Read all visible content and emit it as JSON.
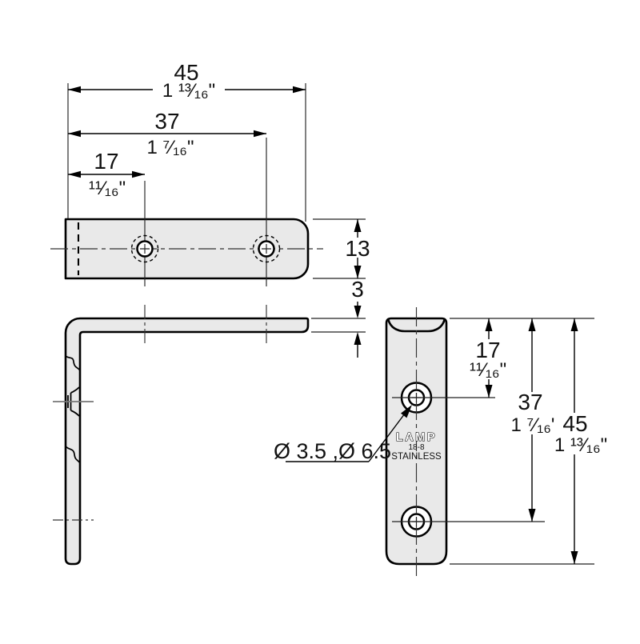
{
  "drawing_type": "technical-drawing-corner-bracket",
  "colors": {
    "background": "#ffffff",
    "line": "#000000",
    "part_fill": "#e9e9e9",
    "centerline": "#777777"
  },
  "dimensions": {
    "width_total": {
      "mm": "45",
      "inch": "1 ¹³⁄₁₆\""
    },
    "hole_span": {
      "mm": "37",
      "inch": "1 ⁷⁄₁₆\""
    },
    "hole_offset": {
      "mm": "17",
      "inch": "¹¹⁄₁₆\""
    },
    "plate_width": {
      "mm": "13"
    },
    "thickness": {
      "mm": "3"
    }
  },
  "annotations": {
    "hole_note": "Ø 3.5 ,Ø 6.5"
  },
  "logo": {
    "brand": "LAMP",
    "grade": "18-8",
    "material": "STAINLESS"
  }
}
